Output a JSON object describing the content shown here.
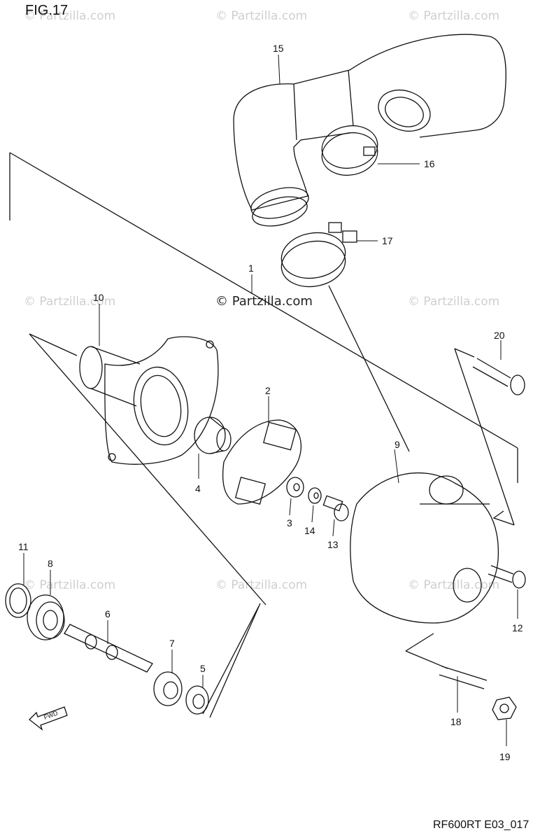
{
  "figure_title": "FIG.17",
  "diagram_code": "RF600RT E03_017",
  "watermark": "© Partzilla.com",
  "center_watermark": "© Partzilla.com",
  "front_arrow_text": "FWD",
  "part_numbers": [
    "1",
    "2",
    "3",
    "4",
    "5",
    "6",
    "7",
    "8",
    "9",
    "10",
    "11",
    "12",
    "13",
    "14",
    "15",
    "16",
    "17",
    "18",
    "19",
    "20"
  ]
}
